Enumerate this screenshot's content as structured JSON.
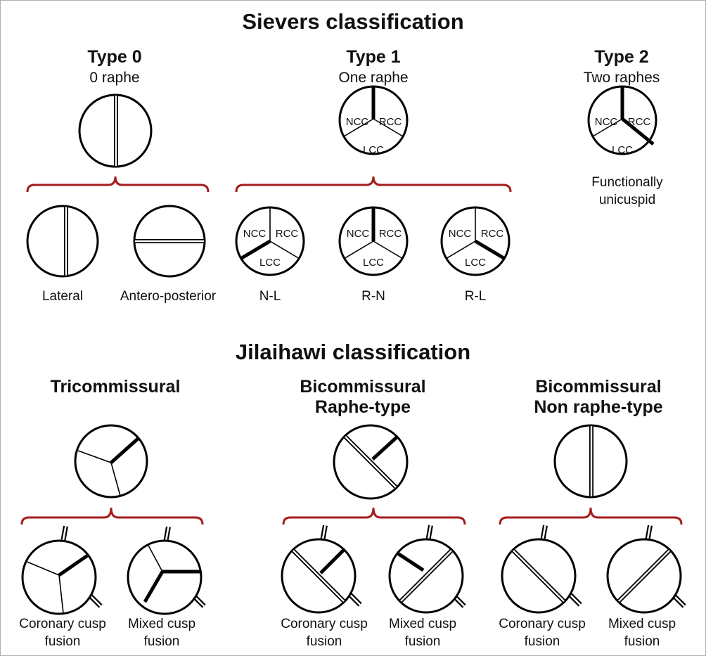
{
  "sievers": {
    "title": "Sievers classification",
    "type0": {
      "title": "Type 0",
      "subtitle": "0 raphe",
      "variants": [
        "Lateral",
        "Antero-posterior"
      ]
    },
    "type1": {
      "title": "Type 1",
      "subtitle": "One raphe",
      "variants": [
        "N-L",
        "R-N",
        "R-L"
      ]
    },
    "type2": {
      "title": "Type 2",
      "subtitle": "Two raphes",
      "note_line1": "Functionally",
      "note_line2": "unicuspid"
    },
    "cusps": {
      "ncc": "NCC",
      "rcc": "RCC",
      "lcc": "LCC"
    }
  },
  "jilaihawi": {
    "title": "Jilaihawi classification",
    "tricommissural": {
      "title": "Tricommissural"
    },
    "raphe": {
      "title_line1": "Bicommissural",
      "title_line2": "Raphe-type"
    },
    "nonraphe": {
      "title_line1": "Bicommissural",
      "title_line2": "Non raphe-type"
    },
    "labels": {
      "coronary_line1": "Coronary cusp",
      "mixed_line1": "Mixed cusp",
      "line2": "fusion"
    }
  },
  "colors": {
    "brace": "#a51c1c"
  }
}
